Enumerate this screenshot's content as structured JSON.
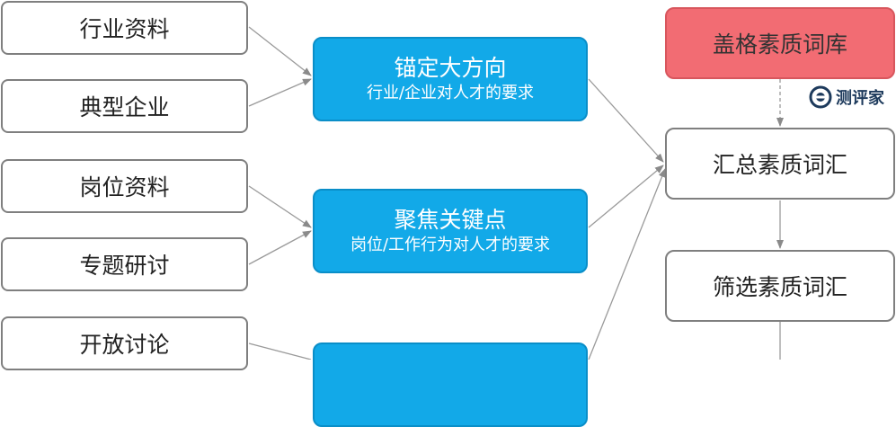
{
  "sources": [
    "行业资料",
    "典型企业",
    "岗位资料",
    "专题研讨",
    "开放讨论"
  ],
  "middle": [
    {
      "title": "锚定大方向",
      "subtitle": "行业/企业对人才的要求"
    },
    {
      "title": "聚焦关键点",
      "subtitle": "岗位/工作行为对人才的要求"
    }
  ],
  "right": {
    "library": "盖格素质词库",
    "summary": "汇总素质词汇",
    "filter": "筛选素质词汇"
  },
  "logo": {
    "text": "测评家"
  },
  "colors": {
    "blue_fill": "#12a9e8",
    "red_fill": "#f26c73",
    "border_gray": "#7f7f7f",
    "arrow_gray": "#8a8a8a"
  }
}
